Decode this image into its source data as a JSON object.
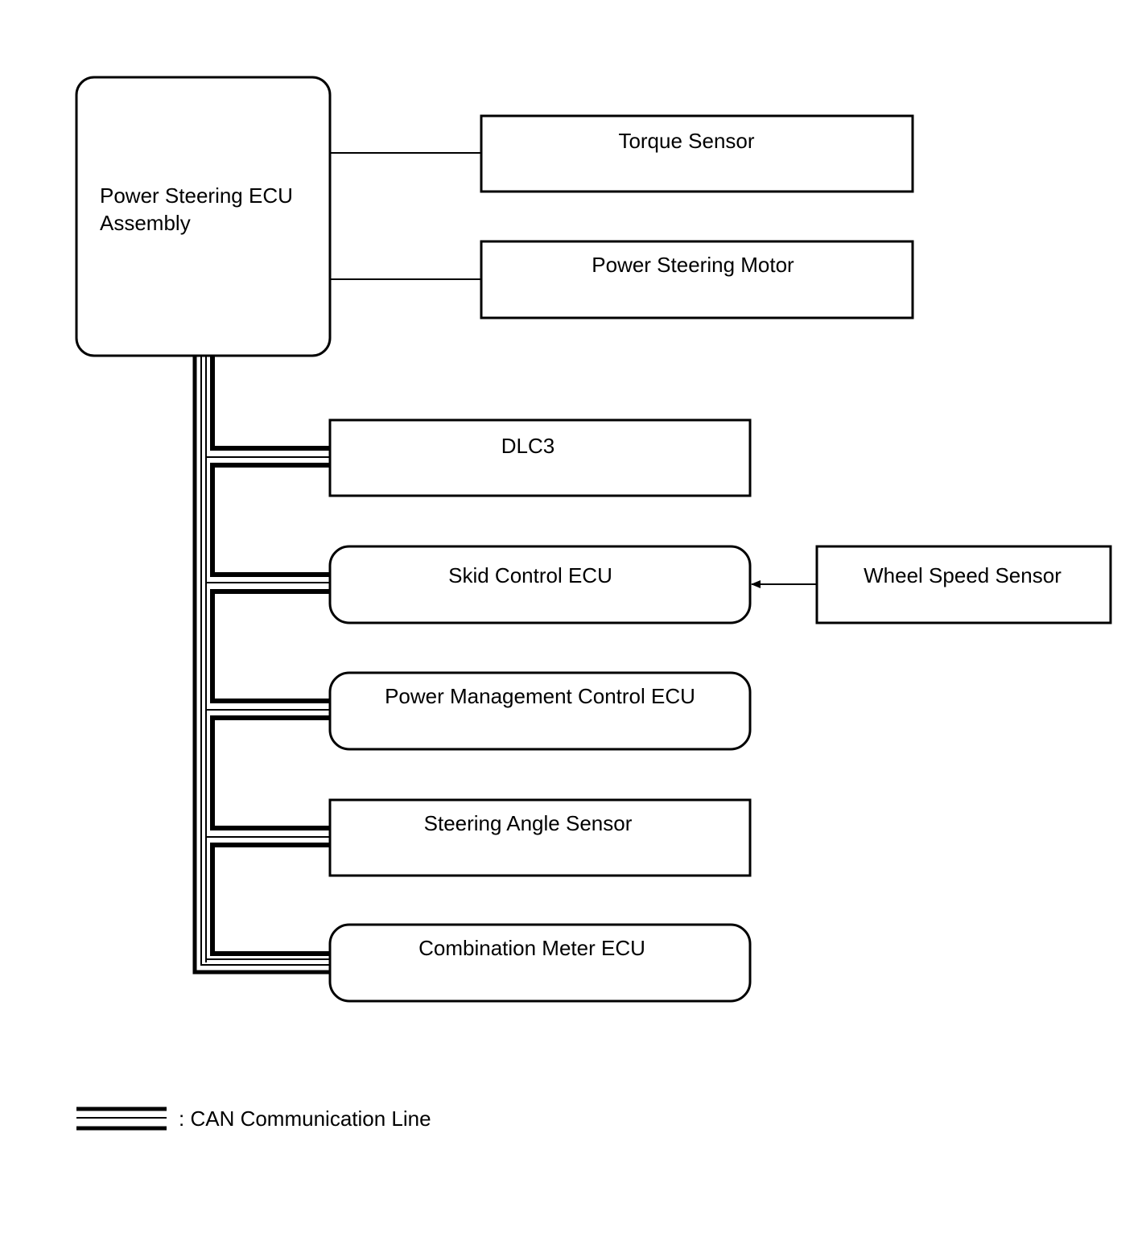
{
  "ecu": {
    "line1": "Power Steering ECU",
    "line2": "Assembly"
  },
  "direct_components": [
    {
      "label": "Torque Sensor"
    },
    {
      "label": "Power Steering Motor"
    }
  ],
  "can_nodes": [
    {
      "label": "DLC3",
      "shape": "rect"
    },
    {
      "label": "Skid Control ECU",
      "shape": "rounded"
    },
    {
      "label": "Power Management Control ECU",
      "shape": "rounded"
    },
    {
      "label": "Steering Angle Sensor",
      "shape": "rect"
    },
    {
      "label": "Combination Meter ECU",
      "shape": "rounded"
    }
  ],
  "external_sensor": {
    "label": "Wheel Speed Sensor",
    "feeds": "Skid Control ECU"
  },
  "legend": {
    "label": ": CAN Communication Line"
  },
  "colors": {
    "line": "#000000",
    "background": "#ffffff"
  }
}
